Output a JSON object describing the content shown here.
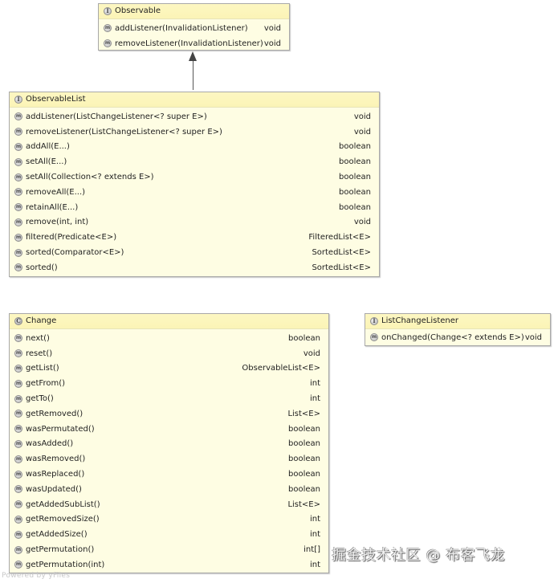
{
  "diagram": {
    "observable": {
      "title": "Observable",
      "kind": "interface",
      "icon": "I",
      "methods": [
        {
          "sig": "addListener(InvalidationListener)",
          "ret": "void"
        },
        {
          "sig": "removeListener(InvalidationListener)",
          "ret": "void"
        }
      ]
    },
    "observable_list": {
      "title": "ObservableList",
      "kind": "interface",
      "icon": "I",
      "methods": [
        {
          "sig": "addListener(ListChangeListener<? super E>)",
          "ret": "void"
        },
        {
          "sig": "removeListener(ListChangeListener<? super E>)",
          "ret": "void"
        },
        {
          "sig": "addAll(E...)",
          "ret": "boolean"
        },
        {
          "sig": "setAll(E...)",
          "ret": "boolean"
        },
        {
          "sig": "setAll(Collection<? extends E>)",
          "ret": "boolean"
        },
        {
          "sig": "removeAll(E...)",
          "ret": "boolean"
        },
        {
          "sig": "retainAll(E...)",
          "ret": "boolean"
        },
        {
          "sig": "remove(int, int)",
          "ret": "void"
        },
        {
          "sig": "filtered(Predicate<E>)",
          "ret": "FilteredList<E>"
        },
        {
          "sig": "sorted(Comparator<E>)",
          "ret": "SortedList<E>"
        },
        {
          "sig": "sorted()",
          "ret": "SortedList<E>"
        }
      ]
    },
    "change": {
      "title": "Change",
      "kind": "abstract-class",
      "icon": "C",
      "methods": [
        {
          "sig": "next()",
          "ret": "boolean"
        },
        {
          "sig": "reset()",
          "ret": "void"
        },
        {
          "sig": "getList()",
          "ret": "ObservableList<E>"
        },
        {
          "sig": "getFrom()",
          "ret": "int"
        },
        {
          "sig": "getTo()",
          "ret": "int"
        },
        {
          "sig": "getRemoved()",
          "ret": "List<E>"
        },
        {
          "sig": "wasPermutated()",
          "ret": "boolean"
        },
        {
          "sig": "wasAdded()",
          "ret": "boolean"
        },
        {
          "sig": "wasRemoved()",
          "ret": "boolean"
        },
        {
          "sig": "wasReplaced()",
          "ret": "boolean"
        },
        {
          "sig": "wasUpdated()",
          "ret": "boolean"
        },
        {
          "sig": "getAddedSubList()",
          "ret": "List<E>"
        },
        {
          "sig": "getRemovedSize()",
          "ret": "int"
        },
        {
          "sig": "getAddedSize()",
          "ret": "int"
        },
        {
          "sig": "getPermutation()",
          "ret": "int[]"
        },
        {
          "sig": "getPermutation(int)",
          "ret": "int"
        }
      ]
    },
    "list_change_listener": {
      "title": "ListChangeListener",
      "kind": "interface",
      "icon": "I",
      "methods": [
        {
          "sig": "onChanged(Change<? extends E>)",
          "ret": "void"
        }
      ]
    },
    "method_icon": "m",
    "relations": [
      {
        "from": "ObservableList",
        "to": "Observable",
        "type": "extends"
      }
    ]
  },
  "footer": {
    "powered_by": "Powered by yFiles",
    "watermark": "掘金技术社区 @ 布客飞龙"
  },
  "colors": {
    "box_fill": "#fefde3",
    "header_fill": "#fbf4b6",
    "border": "#a8a8a8"
  }
}
